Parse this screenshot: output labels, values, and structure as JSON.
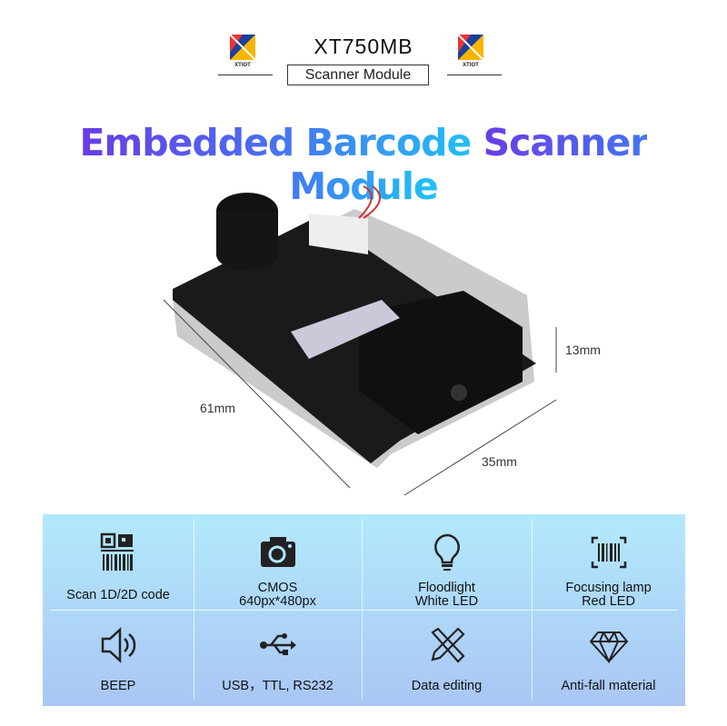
{
  "header": {
    "brand": "XTIOT",
    "model": "XT750MB",
    "subtitle": "Scanner Module"
  },
  "title": {
    "part1": "Embedded Barcode ",
    "part2": "Scanner Module"
  },
  "dimensions": {
    "height": "13mm",
    "length": "61mm",
    "width": "35mm"
  },
  "features": [
    {
      "icon": "qr-barcode-icon",
      "line1": "Scan 1D/2D code",
      "line2": ""
    },
    {
      "icon": "camera-icon",
      "line1": "CMOS",
      "line2": "640px*480px"
    },
    {
      "icon": "lightbulb-icon",
      "line1": "Floodlight",
      "line2": "White LED"
    },
    {
      "icon": "barcode-scan-icon",
      "line1": "Focusing lamp",
      "line2": "Red LED"
    },
    {
      "icon": "speaker-icon",
      "line1": "BEEP",
      "line2": ""
    },
    {
      "icon": "usb-icon",
      "line1": "USB，TTL, RS232",
      "line2": ""
    },
    {
      "icon": "ruler-pencil-icon",
      "line1": "Data editing",
      "line2": ""
    },
    {
      "icon": "diamond-icon",
      "line1": "Anti-fall material",
      "line2": ""
    }
  ]
}
